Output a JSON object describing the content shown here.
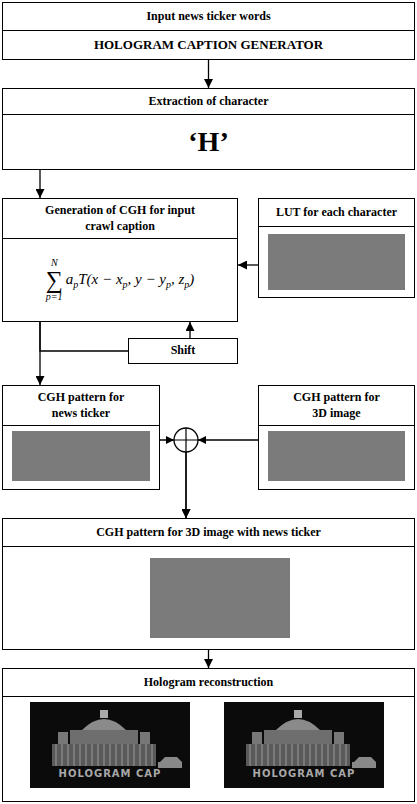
{
  "diagram": {
    "nodes": [
      {
        "text": [
          "Input news ticker words",
          "HOLOGRAM CAPTION GENERATOR"
        ]
      },
      {
        "text": [
          "Extraction of character",
          "‘H’"
        ]
      },
      {
        "text": [
          "Generation of CGH for input crawl caption"
        ]
      },
      {
        "text": [
          "LUT for each character"
        ]
      },
      {
        "text": [
          "Shift"
        ]
      },
      {
        "text": [
          "CGH pattern for news ticker"
        ]
      },
      {
        "text": [
          "CGH pattern for 3D image"
        ]
      },
      {
        "text": [
          "CGH pattern for 3D image with news ticker"
        ]
      },
      {
        "text": [
          "Hologram reconstruction"
        ]
      }
    ],
    "edges": [
      {
        "from": 0,
        "to": 1,
        "arrow": "to"
      },
      {
        "from": 1,
        "to": 2,
        "arrow": "to"
      },
      {
        "from": 3,
        "to": 2,
        "arrow": "to"
      },
      {
        "from": 2,
        "to": 5,
        "arrow": "to"
      },
      {
        "from": 2,
        "to": 4,
        "arrow": "none"
      },
      {
        "from": 4,
        "to": 2,
        "arrow": "to"
      },
      {
        "from": 5,
        "to": 7,
        "arrow": "to"
      },
      {
        "from": 6,
        "to": 7,
        "arrow": "to"
      },
      {
        "from": 7,
        "to": 8,
        "arrow": "to"
      }
    ],
    "labels": [
      "N",
      "∑",
      "p=1",
      "a",
      "p",
      "T(x − x",
      "p",
      ", y − y",
      "p",
      ", z",
      "p",
      ")",
      "HOLOGRAM CAP",
      "HOLOGRAM CAP"
    ]
  }
}
